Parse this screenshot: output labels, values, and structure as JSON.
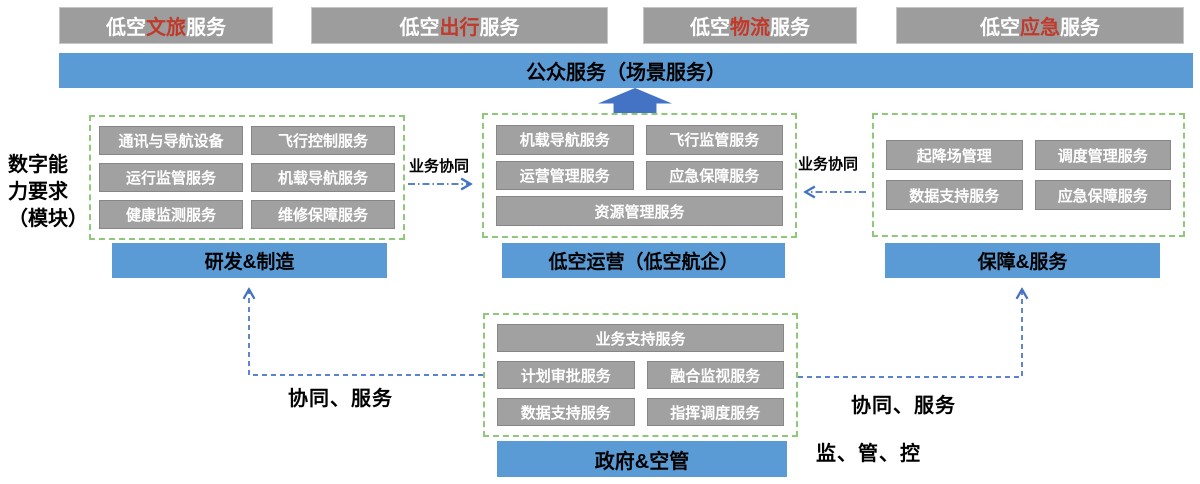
{
  "colors": {
    "bar_blue": "#5B9BD5",
    "arrow_blue": "#4472C4",
    "module_gray": "#A1A1A1",
    "scene_gray": "#9D9D9D",
    "dashed_green": "#8FC878",
    "highlight_red": "#C0392B"
  },
  "side_label": {
    "full": "数字能力要求（模块）",
    "lines": [
      "数字能",
      "力要求",
      "（模块）"
    ]
  },
  "scene_boxes": [
    {
      "prefix": "低空",
      "highlight": "文旅",
      "suffix": "服务"
    },
    {
      "prefix": "低空",
      "highlight": "出行",
      "suffix": "服务"
    },
    {
      "prefix": "低空",
      "highlight": "物流",
      "suffix": "服务"
    },
    {
      "prefix": "低空",
      "highlight": "应急",
      "suffix": "服务"
    }
  ],
  "public_bar": {
    "label": "公众服务（场景服务）"
  },
  "groups": {
    "rd": {
      "title": "研发&制造",
      "modules": [
        "通讯与导航设备",
        "飞行控制服务",
        "运行监管服务",
        "机载导航服务",
        "健康监测服务",
        "维修保障服务"
      ]
    },
    "operation": {
      "title": "低空运营（低空航企）",
      "modules": [
        "机载导航服务",
        "飞行监管服务",
        "运营管理服务",
        "应急保障服务"
      ],
      "module_full": "资源管理服务"
    },
    "support": {
      "title": "保障&服务",
      "modules": [
        "起降场管理",
        "调度管理服务",
        "数据支持服务",
        "应急保障服务"
      ]
    },
    "gov": {
      "title": "政府&空管",
      "module_full": "业务支持服务",
      "modules": [
        "计划审批服务",
        "融合监视服务",
        "数据支持服务",
        "指挥调度服务"
      ]
    }
  },
  "connectors": {
    "left_collab": "业务协同",
    "right_collab": "业务协同",
    "left_service": "协同、服务",
    "right_service": "协同、服务",
    "gov_role": "监、管、控"
  }
}
